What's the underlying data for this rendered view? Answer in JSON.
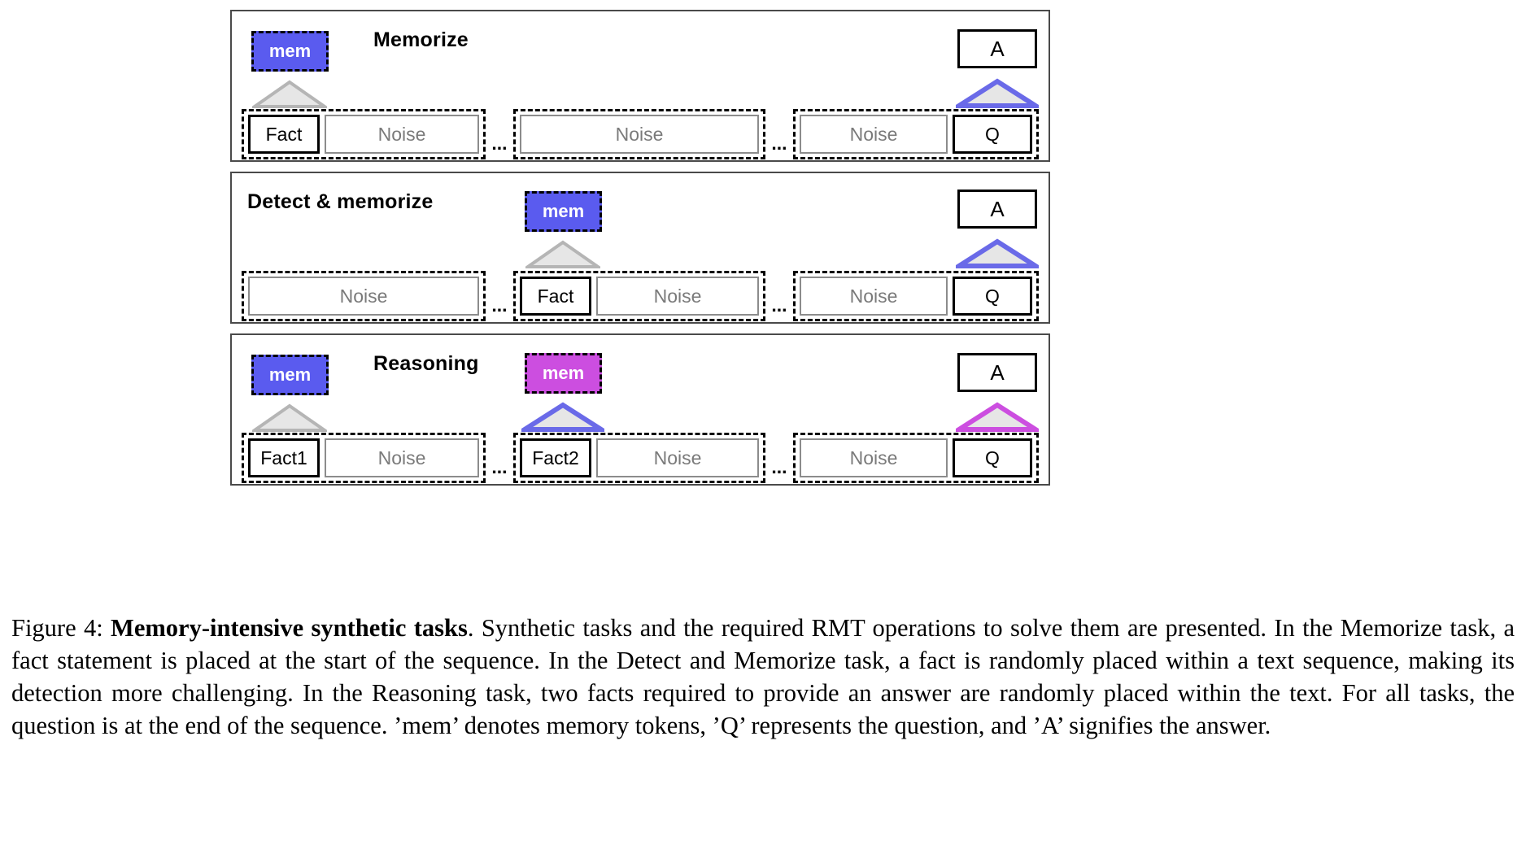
{
  "figure": {
    "panels": [
      {
        "id": "memorize",
        "title": "Memorize",
        "mem_tokens": [
          {
            "label": "mem",
            "color": "#5a5bef"
          }
        ],
        "answer_label": "A",
        "segments": [
          {
            "cells": [
              {
                "text": "Fact",
                "type": "fact"
              },
              {
                "text": "Noise",
                "type": "noise"
              }
            ]
          },
          {
            "cells": [
              {
                "text": "Noise",
                "type": "noise"
              }
            ]
          },
          {
            "cells": [
              {
                "text": "Noise",
                "type": "noise"
              },
              {
                "text": "Q",
                "type": "question"
              }
            ]
          }
        ],
        "ellipsis": "..."
      },
      {
        "id": "detect-and-memorize",
        "title": "Detect & memorize",
        "mem_tokens": [
          {
            "label": "mem",
            "color": "#5a5bef"
          }
        ],
        "answer_label": "A",
        "segments": [
          {
            "cells": [
              {
                "text": "Noise",
                "type": "noise"
              }
            ]
          },
          {
            "cells": [
              {
                "text": "Fact",
                "type": "fact"
              },
              {
                "text": "Noise",
                "type": "noise"
              }
            ]
          },
          {
            "cells": [
              {
                "text": "Noise",
                "type": "noise"
              },
              {
                "text": "Q",
                "type": "question"
              }
            ]
          }
        ],
        "ellipsis": "..."
      },
      {
        "id": "reasoning",
        "title": "Reasoning",
        "mem_tokens": [
          {
            "label": "mem",
            "color": "#5a5bef"
          },
          {
            "label": "mem",
            "color": "#cc4ee0"
          }
        ],
        "answer_label": "A",
        "segments": [
          {
            "cells": [
              {
                "text": "Fact1",
                "type": "fact"
              },
              {
                "text": "Noise",
                "type": "noise"
              }
            ]
          },
          {
            "cells": [
              {
                "text": "Fact2",
                "type": "fact"
              },
              {
                "text": "Noise",
                "type": "noise"
              }
            ]
          },
          {
            "cells": [
              {
                "text": "Noise",
                "type": "noise"
              },
              {
                "text": "Q",
                "type": "question"
              }
            ]
          }
        ],
        "ellipsis": "..."
      }
    ],
    "colors": {
      "mem_blue": "#5a5bef",
      "mem_magenta": "#cc4ee0",
      "triangle_gray_fill": "#e6e6e6",
      "triangle_gray_stroke": "#b5b5b5",
      "triangle_blue_stroke": "#6a6ae8",
      "triangle_magenta_stroke": "#cc4ee0",
      "noise_text": "#7a7a7a",
      "panel_border": "#4a4a4a"
    }
  },
  "caption": {
    "number": "Figure 4:",
    "bold_title": "Memory-intensive synthetic tasks",
    "body": ". Synthetic tasks and the required RMT operations to solve them are presented. In the Memorize task, a fact statement is placed at the start of the sequence. In the Detect and Memorize task, a fact is randomly placed within a text sequence, making its detection more challenging. In the Reasoning task, two facts required to provide an answer are randomly placed within the text. For all tasks, the question is at the end of the sequence. ’mem’ denotes memory tokens, ’Q’ represents the question, and ’A’ signifies the answer."
  }
}
